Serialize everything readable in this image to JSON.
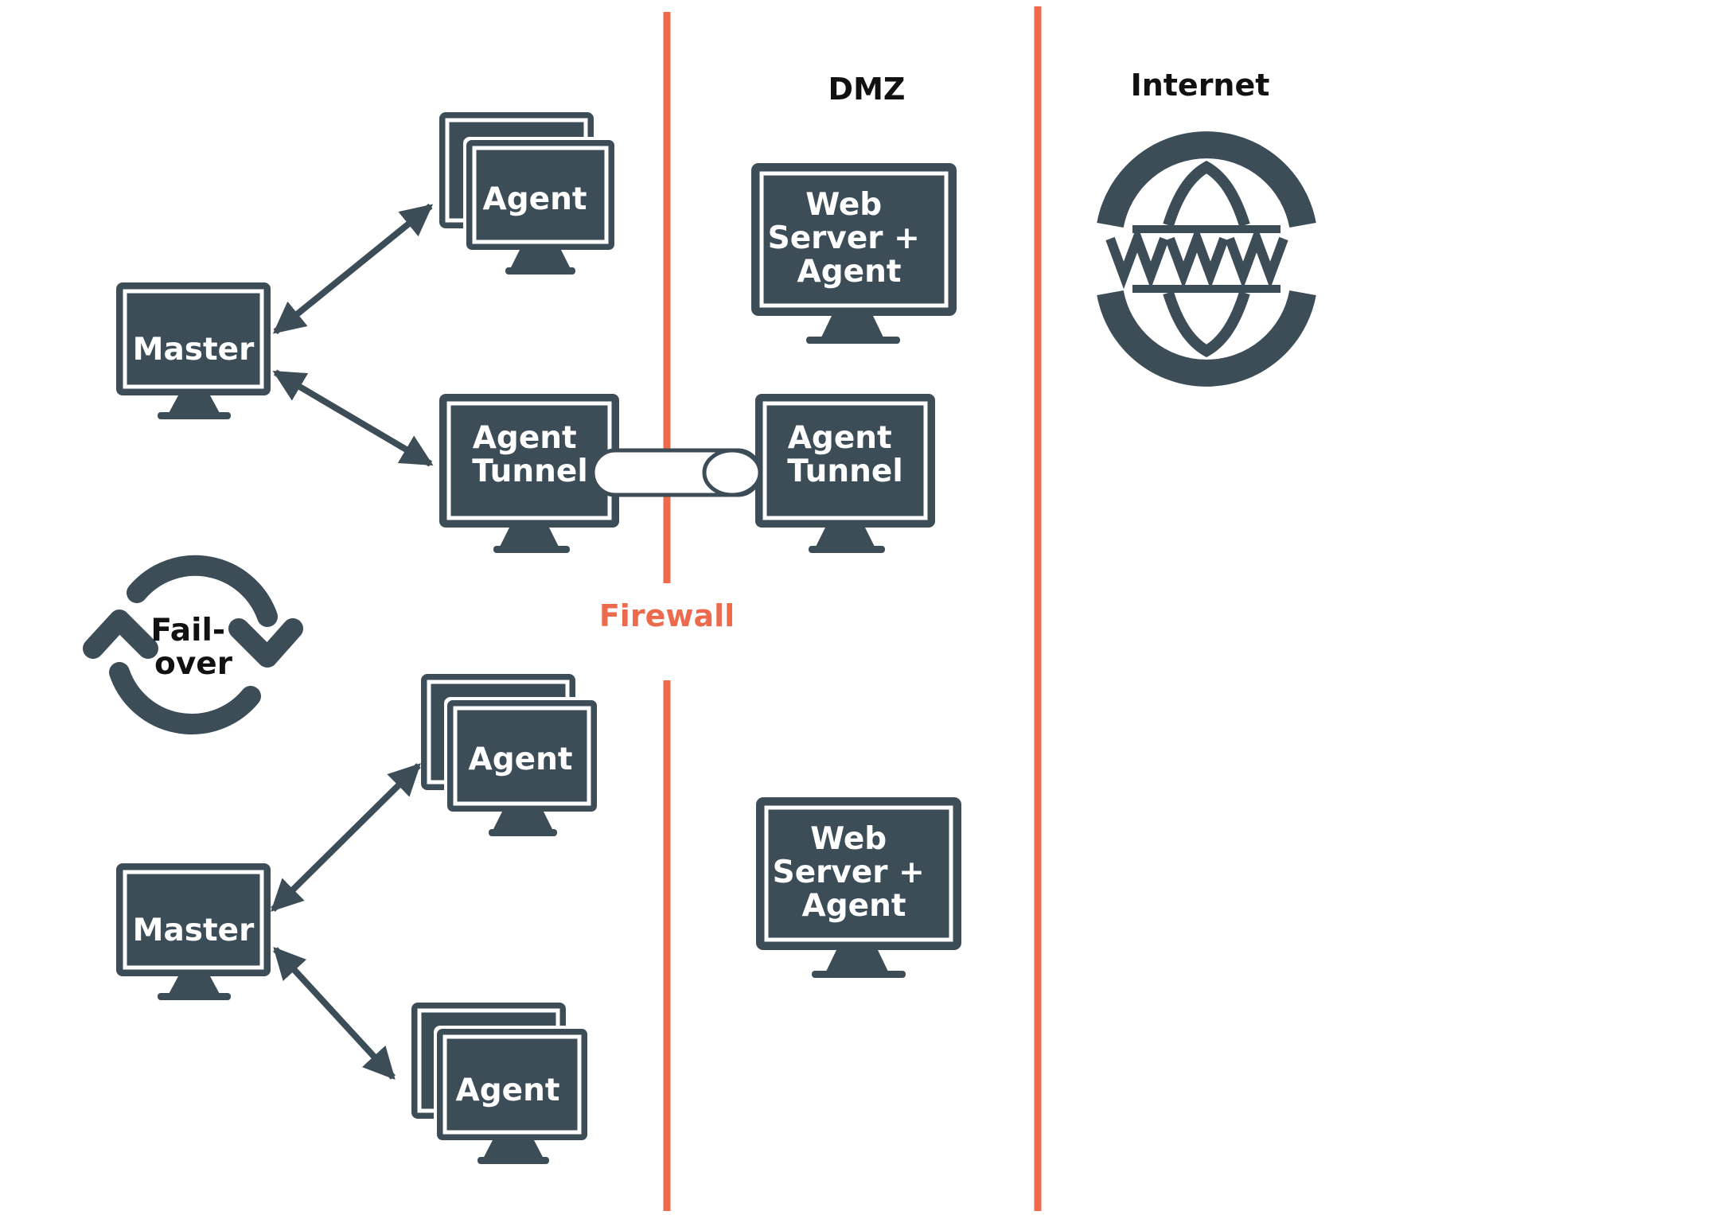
{
  "colors": {
    "monitor": "#3d4d57",
    "firewall": "#ee6a4c",
    "background": "#ffffff",
    "text": "#111111"
  },
  "zones": {
    "dmz": "DMZ",
    "internet": "Internet",
    "firewall": "Firewall"
  },
  "nodes": {
    "master_top": "Master",
    "master_bottom": "Master",
    "agent_top": "Agent",
    "agent_tunnel_internal": [
      "Agent",
      "Tunnel"
    ],
    "agent_tunnel_dmz": [
      "Agent",
      "Tunnel"
    ],
    "web_server_top": [
      "Web",
      "Server +",
      "Agent"
    ],
    "web_server_bottom": [
      "Web",
      "Server +",
      "Agent"
    ],
    "agent_bottom_1": "Agent",
    "agent_bottom_2": "Agent"
  },
  "failover": [
    "Fail-",
    "over"
  ],
  "icons": {
    "globe": "www-globe-icon",
    "failover": "failover-cycle-icon",
    "tunnel": "tunnel-pipe-icon"
  }
}
